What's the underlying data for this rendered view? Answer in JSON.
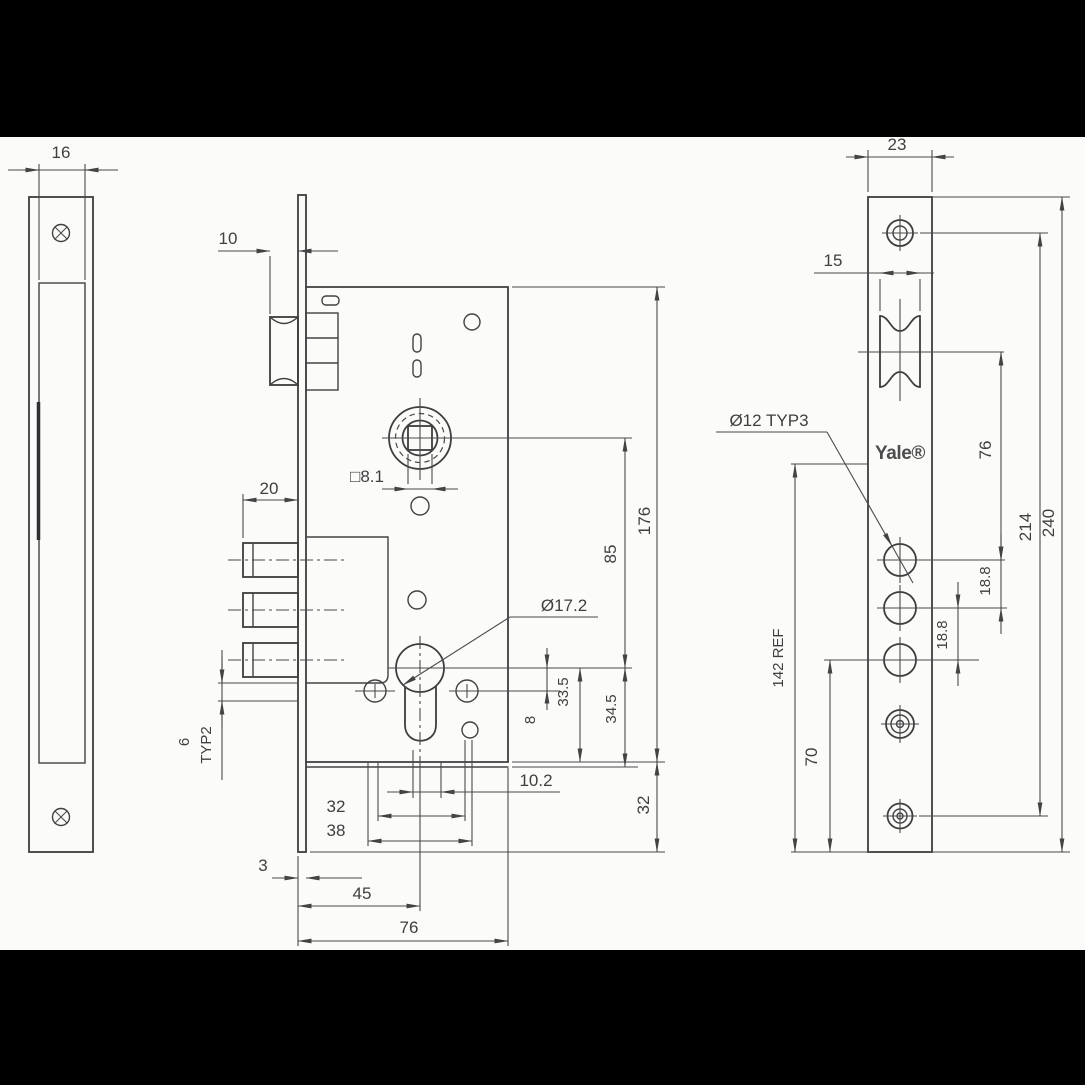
{
  "drawing": {
    "brand_logo": "Yale®",
    "side_view": {
      "width": "16"
    },
    "main_view": {
      "latch_protrusion": "10",
      "bolt_protrusion": "20",
      "follower_square": "□8.1",
      "cylinder_diameter": "Ø17.2",
      "follower_to_cylinder": "85",
      "case_height": "176",
      "cyl_to_plate_bottom": "33.5",
      "cyl_to_screw": "8",
      "cyl_to_case_bottom": "34.5",
      "screw_offset": "10.2",
      "screw_spacing": "32",
      "hole_spacing": "38",
      "faceplate_thickness": "3",
      "backset": "45",
      "case_depth": "76",
      "case_to_faceplate_bottom": "32",
      "typ_dim": "6",
      "typ_note": "TYP2"
    },
    "front_view": {
      "faceplate_width": "23",
      "latch_cutout_width": "15",
      "hole_callout": "Ø12 TYP3",
      "latch_to_first_hole": "76",
      "hole_pitch_upper": "18.8",
      "hole_pitch_lower": "18.8",
      "screw_to_screw": "214",
      "faceplate_height": "240",
      "reference_height": "142 REF",
      "lower_hole_to_bottom": "70"
    }
  }
}
